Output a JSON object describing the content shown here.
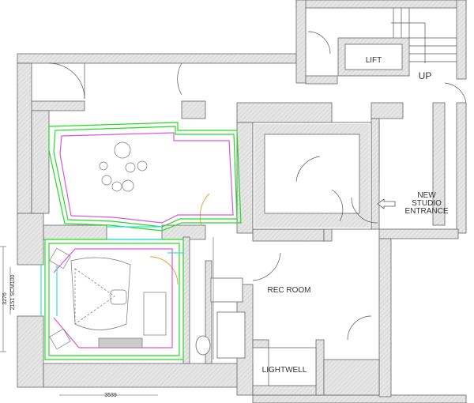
{
  "labels": {
    "lift": "LIFT",
    "up": "UP",
    "entrance_line1": "NEW",
    "entrance_line2": "STUDIO",
    "entrance_line3": "ENTRANCE",
    "rec_room": "REC ROOM",
    "lightwell": "LIGHTWELL"
  },
  "dimensions": {
    "overall_height": "3276",
    "window_width": "2151  SCM100",
    "room_width": "3539"
  },
  "colors": {
    "wall": "#dcdcdc",
    "outline": "#666666",
    "acoustic_outer": "#22dd22",
    "acoustic_inner": "#dd55dd",
    "glass": "#33dddd",
    "door_swing": "#e0a030"
  }
}
